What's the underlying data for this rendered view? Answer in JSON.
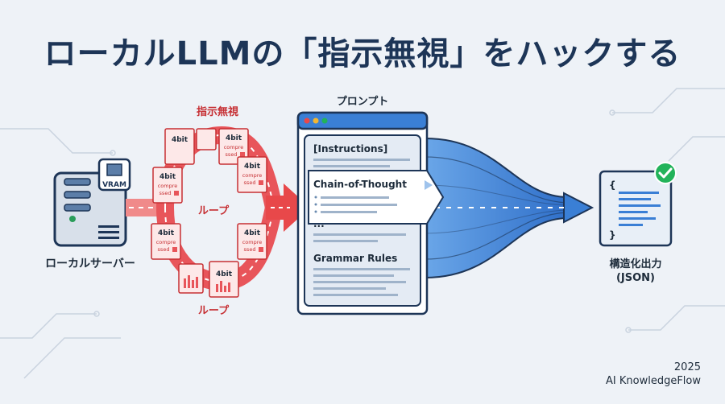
{
  "title": "ローカルLLMの「指示無視」をハックする",
  "server": {
    "label": "ローカルサーバー",
    "chip_label": "VRAM"
  },
  "loop": {
    "top_label": "指示無視",
    "upper_label": "ループ",
    "lower_label": "ループ",
    "file_title": "4bit",
    "file_sub1": "compre",
    "file_sub2": "ssed"
  },
  "prompt": {
    "label": "プロンプト",
    "instructions": "[Instructions]",
    "cot": "Chain-of-Thought",
    "ellipsis": "...",
    "grammar": "Grammar Rules"
  },
  "output": {
    "label1": "構造化出力",
    "label2": "(JSON)",
    "open_brace": "{",
    "close_brace": "}"
  },
  "credit": {
    "year": "2025",
    "brand": "AI KnowledgeFlow"
  },
  "colors": {
    "title": "#1d3557",
    "red": "#e8484a",
    "blue": "#3a7fd5",
    "navy": "#1d3557",
    "green": "#22b35a"
  }
}
